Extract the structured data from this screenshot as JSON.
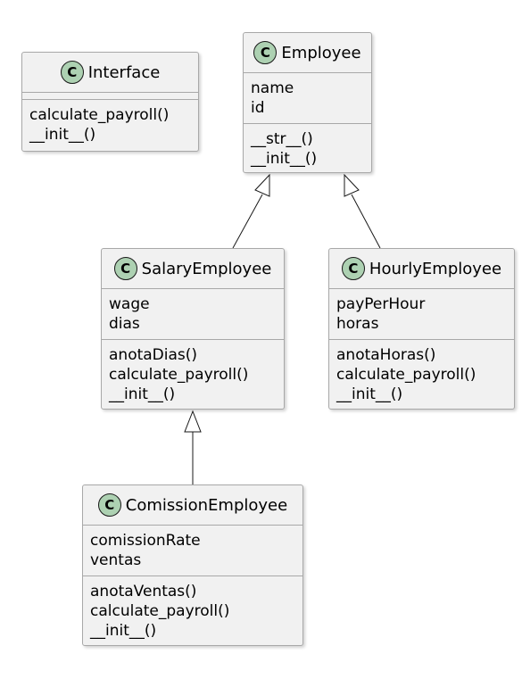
{
  "classes": {
    "interface": {
      "badge": "C",
      "name": "Interface",
      "attributes": [],
      "methods": [
        "calculate_payroll()",
        "__init__()"
      ]
    },
    "employee": {
      "badge": "C",
      "name": "Employee",
      "attributes": [
        "name",
        "id"
      ],
      "methods": [
        "__str__()",
        "__init__()"
      ]
    },
    "salary": {
      "badge": "C",
      "name": "SalaryEmployee",
      "attributes": [
        "wage",
        "dias"
      ],
      "methods": [
        "anotaDias()",
        "calculate_payroll()",
        "__init__()"
      ]
    },
    "hourly": {
      "badge": "C",
      "name": "HourlyEmployee",
      "attributes": [
        "payPerHour",
        "horas"
      ],
      "methods": [
        "anotaHoras()",
        "calculate_payroll()",
        "__init__()"
      ]
    },
    "comission": {
      "badge": "C",
      "name": "ComissionEmployee",
      "attributes": [
        "comissionRate",
        "ventas"
      ],
      "methods": [
        "anotaVentas()",
        "calculate_payroll()",
        "__init__()"
      ]
    }
  },
  "inheritance": [
    {
      "child": "SalaryEmployee",
      "parent": "Employee"
    },
    {
      "child": "HourlyEmployee",
      "parent": "Employee"
    },
    {
      "child": "ComissionEmployee",
      "parent": "SalaryEmployee"
    }
  ],
  "colors": {
    "class_fill": "#f1f1f1",
    "class_border": "#a8a8a8",
    "badge_fill": "#add1b2",
    "edge": "#181818"
  }
}
